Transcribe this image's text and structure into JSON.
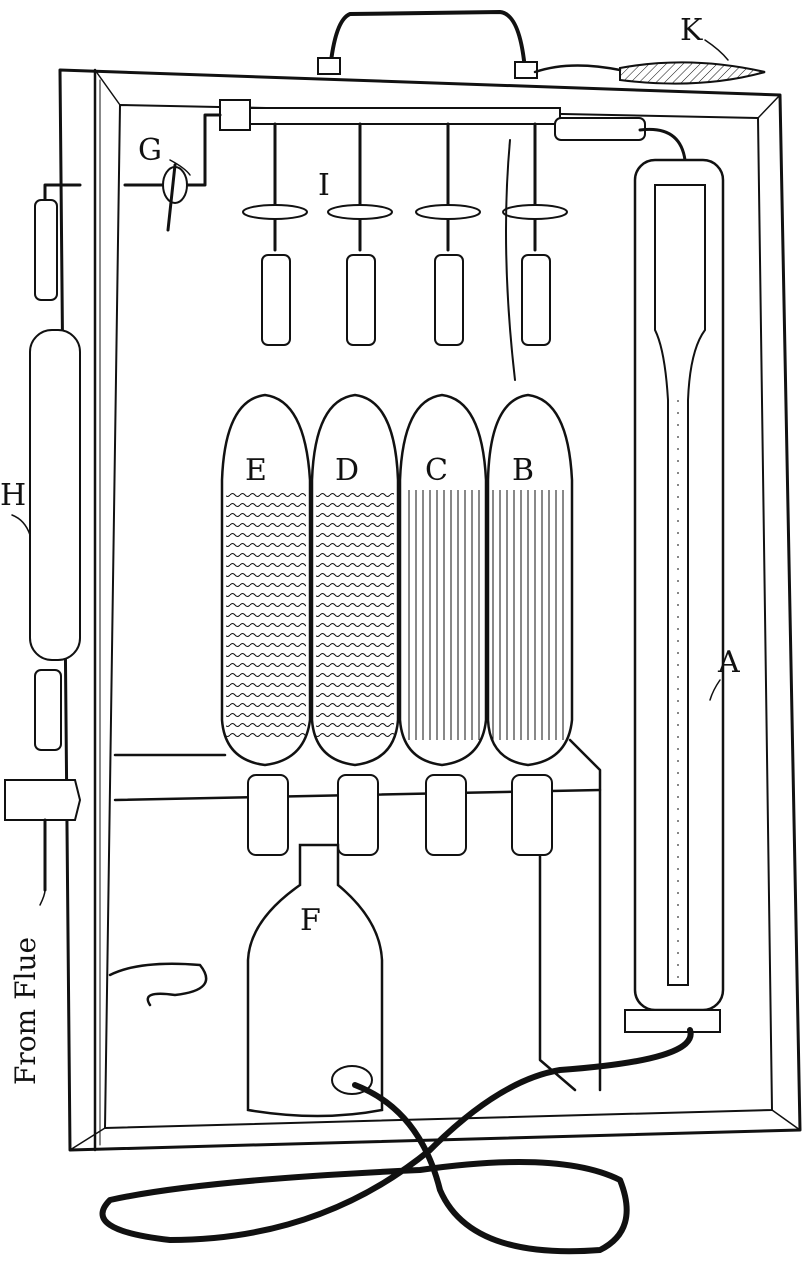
{
  "labels": {
    "A": "A",
    "B": "B",
    "C": "C",
    "D": "D",
    "E": "E",
    "F": "F",
    "G": "G",
    "H": "H",
    "I": "I",
    "K": "K"
  },
  "caption": "From Flue",
  "colors": {
    "ink": "#111111",
    "paper": "#ffffff"
  }
}
